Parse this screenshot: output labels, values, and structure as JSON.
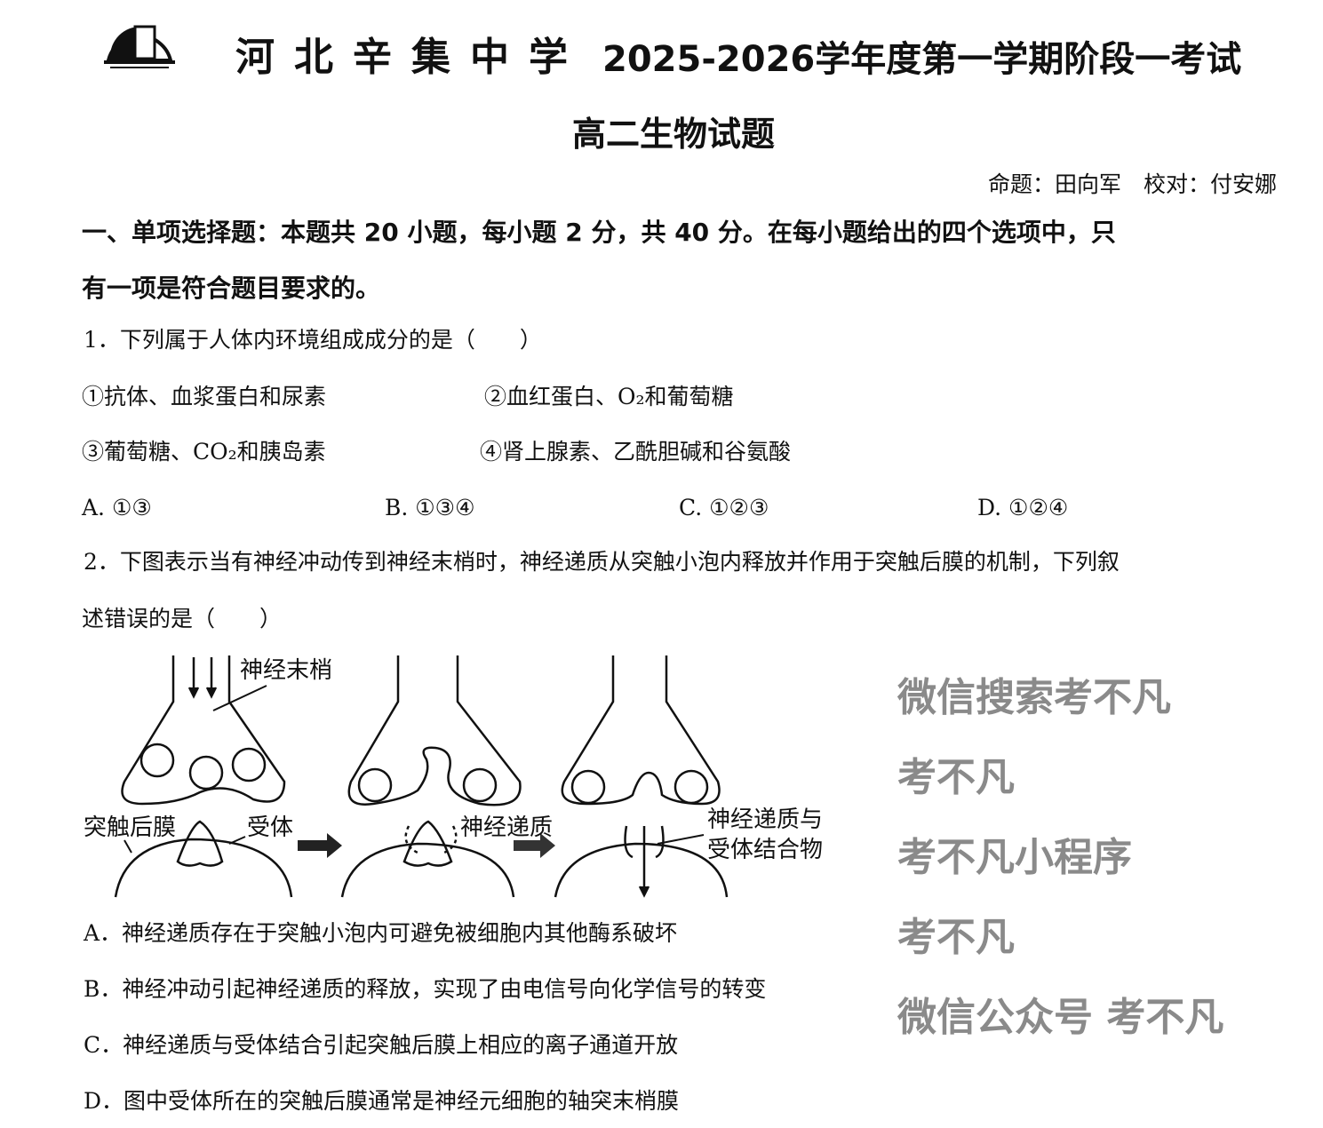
{
  "header": {
    "school_name": "河北辛集中学",
    "exam_title": "2025-2026学年度第一学期阶段一考试",
    "subtitle": "高二生物试题",
    "credits": "命题：田向军　校对：付安娜"
  },
  "section1": {
    "heading_line1": "一、单项选择题：本题共 20 小题，每小题 2 分，共 40 分。在每小题给出的四个选项中，只",
    "heading_line2": "有一项是符合题目要求的。"
  },
  "q1": {
    "stem": "1．下列属于人体内环境组成成分的是（　　）",
    "items": [
      "①抗体、血浆蛋白和尿素",
      "②血红蛋白、O₂和葡萄糖",
      "③葡萄糖、CO₂和胰岛素",
      "④肾上腺素、乙酰胆碱和谷氨酸"
    ],
    "options": [
      "A. ①③",
      "B. ①③④",
      "C. ①②③",
      "D. ①②④"
    ]
  },
  "q2": {
    "stem_line1": "2．下图表示当有神经冲动传到神经末梢时，神经递质从突触小泡内释放并作用于突触后膜的机制，下列叙",
    "stem_line2": "述错误的是（　　）",
    "figure_labels": {
      "nerve_ending": "神经末梢",
      "postsynaptic": "突触后膜",
      "receptor": "受体",
      "transmitter": "神经递质",
      "complex_line1": "神经递质与",
      "complex_line2": "受体结合物"
    },
    "options": [
      "A．神经递质存在于突触小泡内可避免被细胞内其他酶系破坏",
      "B．神经冲动引起神经递质的释放，实现了由电信号向化学信号的转变",
      "C．神经递质与受体结合引起突触后膜上相应的离子通道开放",
      "D．图中受体所在的突触后膜通常是神经元细胞的轴突末梢膜"
    ]
  },
  "watermarks": [
    "微信搜索考不凡",
    "考不凡",
    "考不凡小程序",
    "考不凡",
    "微信公众号 考不凡"
  ]
}
